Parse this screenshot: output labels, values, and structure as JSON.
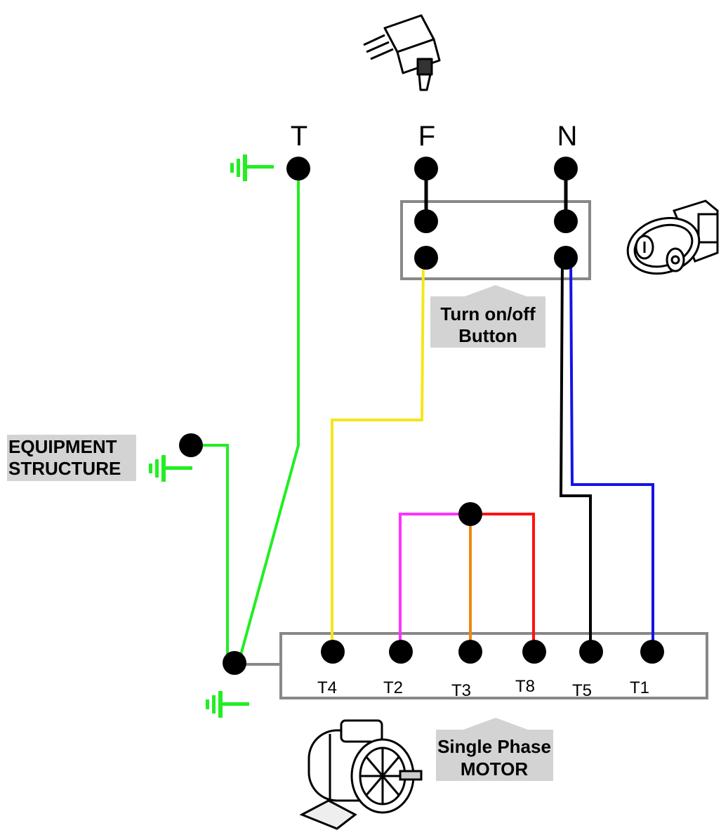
{
  "plug_terminals": {
    "earth": "T",
    "phase": "F",
    "neutral": "N"
  },
  "switch_callout": {
    "line1": "Turn on/off",
    "line2": "Button"
  },
  "equipment_callout": {
    "line1": "EQUIPMENT",
    "line2": "STRUCTURE"
  },
  "motor_callout": {
    "line1": "Single Phase",
    "line2": "MOTOR"
  },
  "motor_terminals": [
    "T4",
    "T2",
    "T3",
    "T8",
    "T5",
    "T1"
  ],
  "colors": {
    "ground": "#22ee22",
    "phase": "#f5e61a",
    "neutral": "#000000",
    "return": "#1414e6",
    "t2_wire": "#ff33ff",
    "t3_wire": "#ee8811",
    "t8_wire": "#ff1111",
    "box": "#888888",
    "callout_bg": "#d3d3d3"
  },
  "icons": [
    "plug-icon",
    "rocker-switch-icon",
    "motor-icon",
    "ground-symbol-icon"
  ]
}
